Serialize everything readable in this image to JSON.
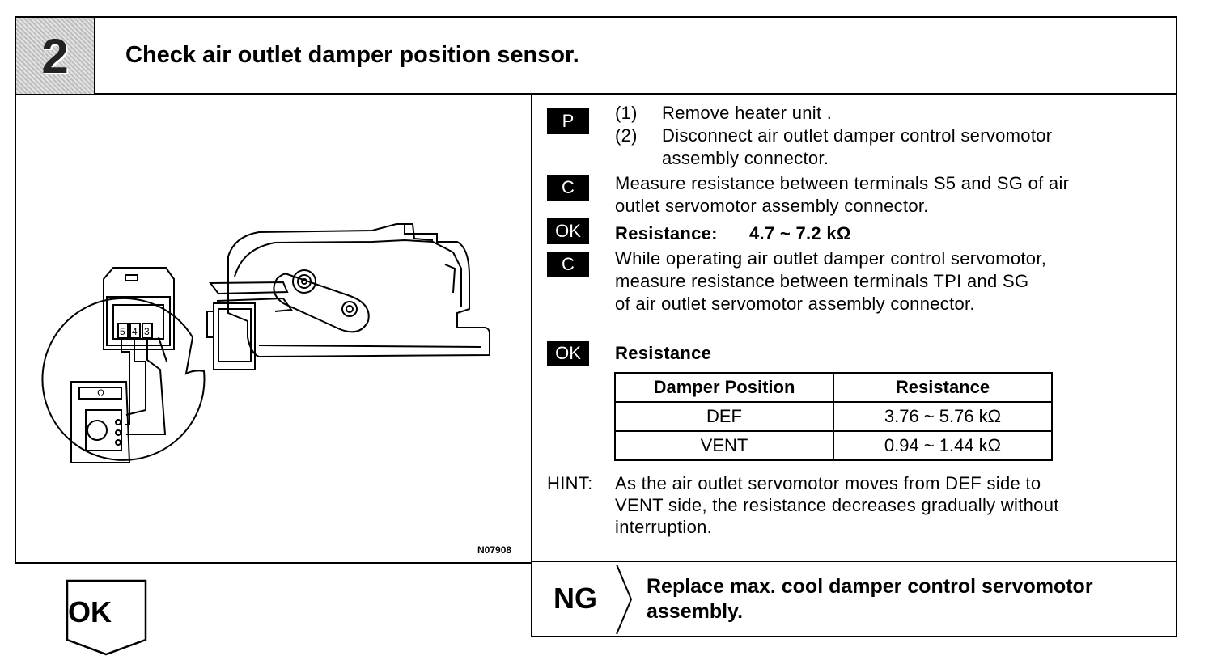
{
  "header": {
    "step_number": "2",
    "title": "Check air outlet damper position sensor."
  },
  "figure": {
    "code": "N07908",
    "meter_symbol": "Ω",
    "terminal_labels": [
      "5",
      "4",
      "3"
    ]
  },
  "instructions": {
    "p_badge": "P",
    "p_steps": [
      {
        "num": "(1)",
        "text": "Remove heater unit ."
      },
      {
        "num": "(2)",
        "text": "Disconnect air outlet damper control servomotor",
        "cont": "assembly connector."
      }
    ],
    "c1_badge": "C",
    "c1_lines": [
      "Measure resistance between terminals S5 and SG of air",
      "outlet servomotor assembly connector."
    ],
    "ok1_badge": "OK",
    "ok1_label": "Resistance:",
    "ok1_value": "4.7 ~ 7.2 kΩ",
    "c2_badge": "C",
    "c2_lines": [
      "While operating air outlet damper control servomotor,",
      "measure resistance between terminals TPI and SG",
      "of air outlet  servomotor assembly connector."
    ],
    "ok2_badge": "OK",
    "ok2_label": "Resistance"
  },
  "table": {
    "headers": [
      "Damper Position",
      "Resistance"
    ],
    "rows": [
      [
        "DEF",
        "3.76 ~ 5.76 kΩ"
      ],
      [
        "VENT",
        "0.94 ~ 1.44 kΩ"
      ]
    ]
  },
  "hint": {
    "label": "HINT:",
    "lines": [
      "As the air outlet servomotor moves from DEF side to",
      "VENT side, the resistance decreases gradually without",
      "interruption."
    ]
  },
  "ng": {
    "label": "NG",
    "lines": [
      "Replace max. cool damper control servomotor",
      "assembly."
    ]
  },
  "ok_result": {
    "label": "OK"
  }
}
